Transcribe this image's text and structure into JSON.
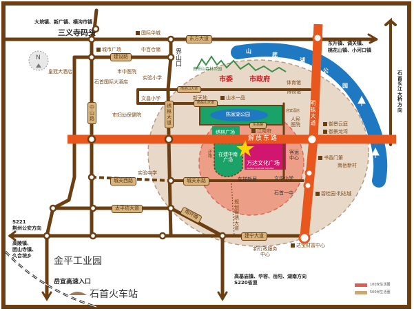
{
  "colors": {
    "frame": "#6b3f12",
    "road": "#6b3f12",
    "main_road": "#e8571d",
    "lake": "#1e78c2",
    "park": "#1aa268",
    "circle_500": "#e8d8c8",
    "circle_100": "#ec9e86",
    "plaza": "#d1166f",
    "star": "#ffd400"
  },
  "roads": {
    "dongfang": "东方大道",
    "jianshe": "建设路",
    "zhongshan": "中山路",
    "xiulin": "绣林大道",
    "jiefang": "解放东路",
    "mingzhu": "明珠大道",
    "chengguan_west": "城关西路",
    "chengguan_east": "城关东路",
    "taipingfang": "太平坊大道",
    "jianning": "建宁大道",
    "nanhuan": "南环路",
    "planned": "规划锦绣大道",
    "nanyue1": "南岳山大道",
    "nanyue2": "南岳山大道",
    "jiangnan_road": "东岳路",
    "huanlu": "环路",
    "jieshankou": "界山口"
  },
  "directions": {
    "north_towns": "大垸镇、新广镇、横沟市镇",
    "sanyisi": "三义寺码头",
    "east_towns_1": "东升镇、调关镇、",
    "east_towns_2": "桃花山镇、小河口镇",
    "bridge": "石首长江大桥方向",
    "s221_1": "S221",
    "s221_2": "荆州公安方向",
    "west_towns_1": "高陵镇、",
    "west_towns_2": "团山寺镇、",
    "west_towns_3": "久合垸乡",
    "south_1": "高基庙镇、华容、岳阳、湖南方向",
    "south_2": "S220省道"
  },
  "places": {
    "guojihuacheng": "国际华城",
    "chengshiguangchang": "城市广场",
    "zhongbaicangchu": "中百仓储",
    "huangguan": "皇冠大酒店",
    "shizhongyiyuan": "市中医院",
    "shiyanxiaoxue": "实验小学",
    "shishouguoji": "石首国际大酒店",
    "wenchangxiaoxue": "文昌小学",
    "fuyoubaojian": "市妇幼保健院",
    "shiyanzhongxue": "实验中学",
    "xintiandi": "新天地",
    "shanshuiyipin": "山水一品",
    "senlingongyuan": "南岳山森林公园",
    "shiwei": "市委",
    "shizhengfu": "市政府",
    "tiyuguan": "体育馆",
    "bowuguan": "博物馆",
    "chenjiahu": "陈家湖公园",
    "xiulinguangchang": "绣林广场",
    "jiangnanfu": "江南府",
    "renmin": "人民医院",
    "yingbin": "迎宾酒店",
    "zaijian": "在建中南广场",
    "wanda": "万达文化广场",
    "wanda_en": "WANDA CULTURE SQUARE",
    "keyun": "客运中心",
    "chexiang": "车祥新居",
    "wenhua": "文华小学",
    "shiyizhong": "石首一中",
    "yujingyunding": "御景云庭",
    "yujinglongwan": "御景龙湾",
    "shuxiang": "书香门第",
    "nanyuexincun": "南岳新村",
    "biguiyuan": "碧桂园·利达城",
    "dabao": "达宝财富中心",
    "xinzhengwu": "新行政服务中心",
    "jinping": "金平工业园",
    "yueyi": "岳宜高速入口",
    "huochezhan": "石首火车站"
  },
  "lake": {
    "chars": [
      "山",
      "底",
      "湖",
      "公",
      "园"
    ]
  },
  "compass": "N",
  "legend": [
    {
      "label": "100米生活圈",
      "color": "#e35a57"
    },
    {
      "label": "500米生活圈",
      "color": "#c8a877"
    }
  ]
}
